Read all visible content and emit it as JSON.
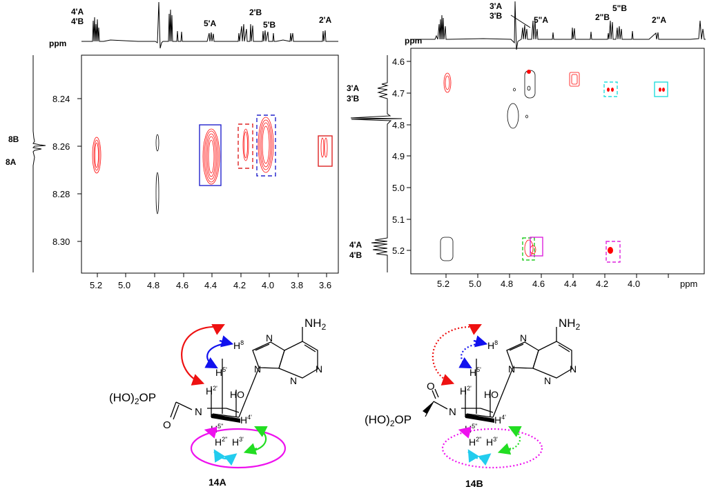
{
  "left_spectrum": {
    "axis_unit": "ppm",
    "x_ticks": [
      "5.2",
      "5.0",
      "4.8",
      "4.6",
      "4.4",
      "4.2",
      "4.0",
      "3.8",
      "3.6"
    ],
    "y_ticks": [
      "8.24",
      "8.26",
      "8.28",
      "8.30"
    ],
    "top_labels": [
      "4'A",
      "4'B",
      "5'A",
      "2'B",
      "5'B",
      "2'A"
    ],
    "side_labels": [
      "8B",
      "8A"
    ],
    "colors": {
      "positive": "#ff0000",
      "negative": "#000000",
      "box_blue": "#2222cc",
      "box_red": "#dd2222"
    }
  },
  "right_spectrum": {
    "axis_unit": "ppm",
    "x_ticks": [
      "5.2",
      "5.0",
      "4.8",
      "4.6",
      "4.4",
      "4.2",
      "4.0"
    ],
    "y_ticks": [
      "4.6",
      "4.7",
      "4.8",
      "4.9",
      "5.0",
      "5.1",
      "5.2"
    ],
    "top_labels": [
      "3'A",
      "3'B",
      "5\"A",
      "2\"B",
      "5\"B",
      "2\"A"
    ],
    "side_labels": [
      "3'A",
      "3'B",
      "4'A",
      "4'B"
    ],
    "colors": {
      "cyan": "#22dddd",
      "green": "#22cc22",
      "magenta": "#dd22dd"
    }
  },
  "structures": {
    "left_name": "14A",
    "right_name": "14B",
    "group_left": "(HO)",
    "group_sub": "2",
    "group_p": "OP",
    "nh2": "NH",
    "nh2_sub": "2",
    "oh": "HO",
    "n": "N",
    "h_label": "H",
    "sup_8": "8",
    "sup_5p": "5'",
    "sup_2p": "2'",
    "sup_5pp": "5\"",
    "sup_4p": "4'",
    "sup_2pp": "2\"",
    "sup_3p": "3'"
  }
}
